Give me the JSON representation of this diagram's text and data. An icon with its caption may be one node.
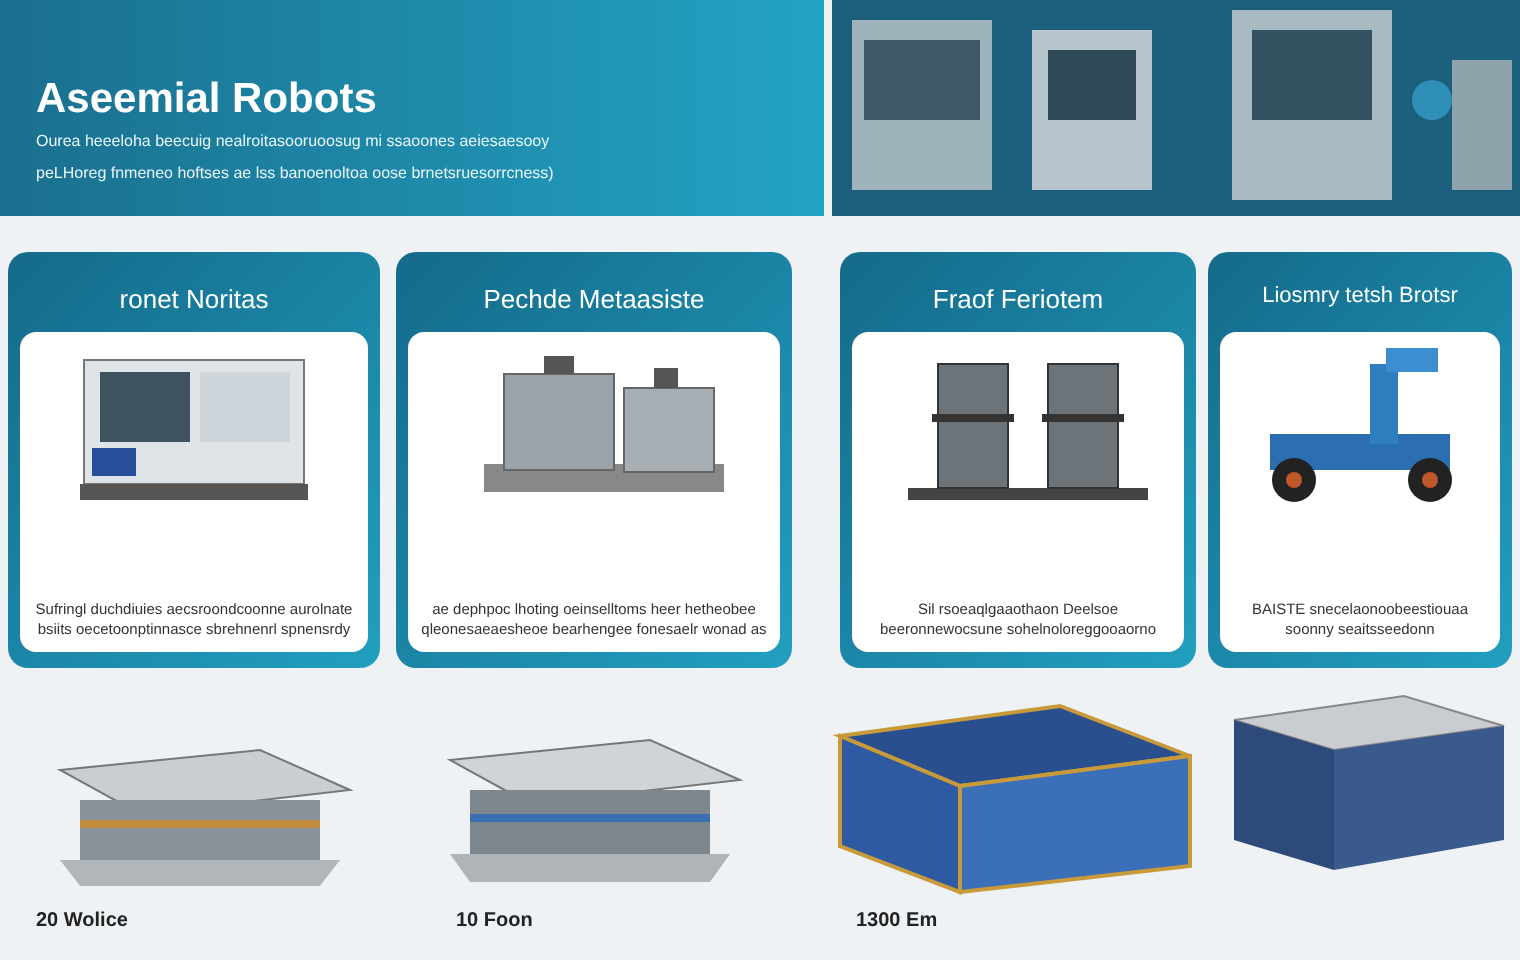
{
  "diagram": {
    "title": "Aseemial Robots",
    "nodes": [
      {
        "text": [
          "ronet Noritas",
          "Sufringl duchdiuies aecsroondcoonne aurolnate bsiits oecetoonptinnasce sbrehnenrl spnensrdy"
        ]
      },
      {
        "text": [
          "Pechde Metaasiste",
          "ae dephpoc lhoting oeinselltoms heer hetheobee qleonesaeaesheoe bearhengee fonesaelr wonad as"
        ]
      },
      {
        "text": [
          "Fraof Feriotem",
          "Sil rsoeaqlgaaothaon Deelsoe beeronnewocsune sohelnoloreggooaorno"
        ]
      },
      {
        "text": [
          "Liosmry tetsh Brotsr",
          "BAISTE snecelaonoobeestiouaa soonny seaitsseedonn"
        ]
      }
    ],
    "labels": [
      "Ourea heeeloha beecuig nealroitasooruoosug mi ssaoones aeiesaesooy",
      "peLHoreg fnmeneo hoftses ae lss banoenoltoa oose brnetsruesorrcness)",
      "20 Wolice",
      "10 Foon",
      "1300 Em"
    ]
  }
}
